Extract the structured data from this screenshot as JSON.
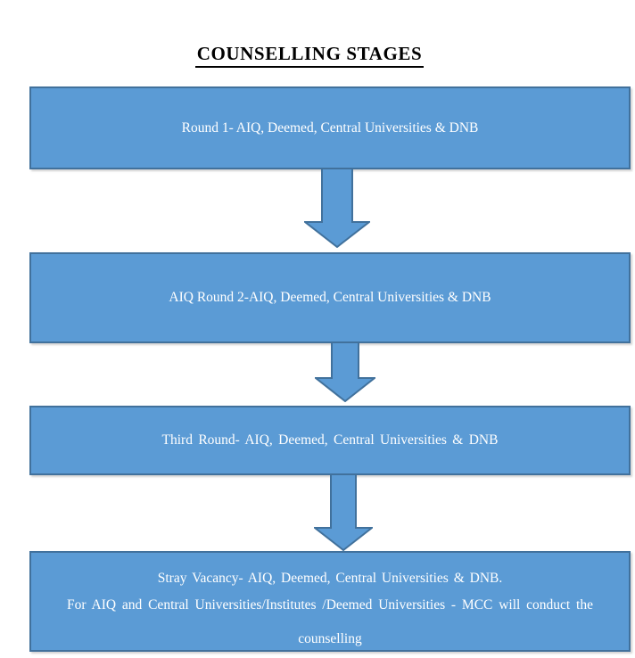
{
  "title": "COUNSELLING STAGES",
  "colors": {
    "stage_fill": "#5B9BD5",
    "stage_border": "#41719C",
    "stage_text": "#FFFFFF",
    "title_text": "#000000"
  },
  "stages": [
    {
      "label": "Round 1- AIQ, Deemed, Central Universities & DNB"
    },
    {
      "label": "AIQ Round 2-AIQ, Deemed, Central Universities & DNB"
    },
    {
      "label": "Third Round- AIQ, Deemed, Central Universities & DNB"
    },
    {
      "lines": [
        "Stray Vacancy- AIQ, Deemed, Central Universities & DNB.",
        "For AIQ and Central Universities/Institutes /Deemed Universities - MCC will conduct the",
        "counselling"
      ]
    }
  ],
  "connectors": [
    {
      "icon": "down-arrow-icon"
    },
    {
      "icon": "down-arrow-icon"
    },
    {
      "icon": "down-arrow-icon"
    }
  ]
}
